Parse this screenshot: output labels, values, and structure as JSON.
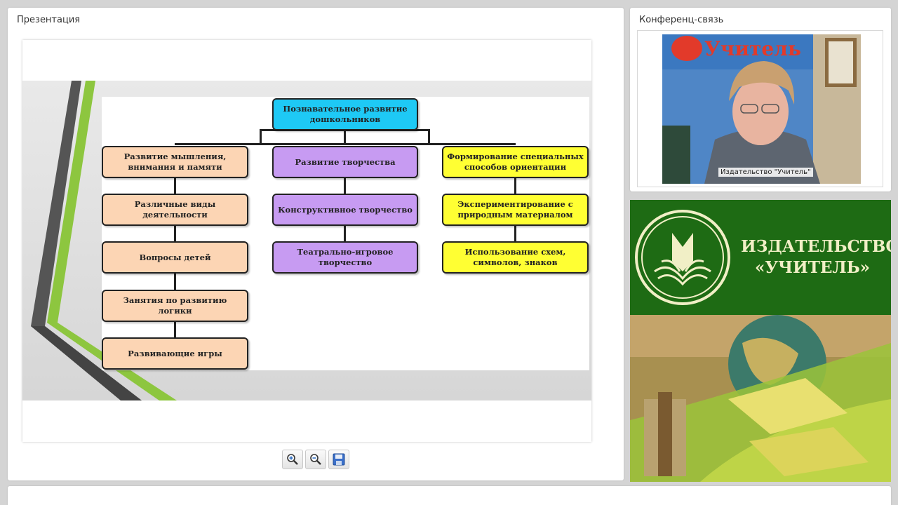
{
  "presentation": {
    "title": "Презентация",
    "slide": {
      "root": "Познавательное развитие дошкольников",
      "columns": [
        {
          "header": "Развитие мышления, внимания и памяти",
          "color": "#fcd5b4",
          "items": [
            "Различные виды деятельности",
            "Вопросы детей",
            "Занятия по развитию логики",
            "Развивающие игры"
          ]
        },
        {
          "header": "Развитие творчества",
          "color": "#c79bf2",
          "items": [
            "Конструктивное творчество",
            "Театрально-игровое творчество"
          ]
        },
        {
          "header": "Формирование специальных способов ориентации",
          "color": "#ffff33",
          "items": [
            "Экспериментирование с природным материалом",
            "Использование схем, символов, знаков"
          ]
        }
      ],
      "root_color": "#1ec9f5"
    },
    "toolbar": {
      "zoom_in_icon": "zoom-in-icon",
      "zoom_out_icon": "zoom-out-icon",
      "save_icon": "save-icon"
    }
  },
  "conference": {
    "title": "Конференц-связь",
    "participant_label": "Издательство \"Учитель\""
  },
  "publisher": {
    "line1": "ИЗДАТЕЛЬСТВО",
    "line2": "«УЧИТЕЛЬ»",
    "brand_color": "#1e6b14"
  }
}
